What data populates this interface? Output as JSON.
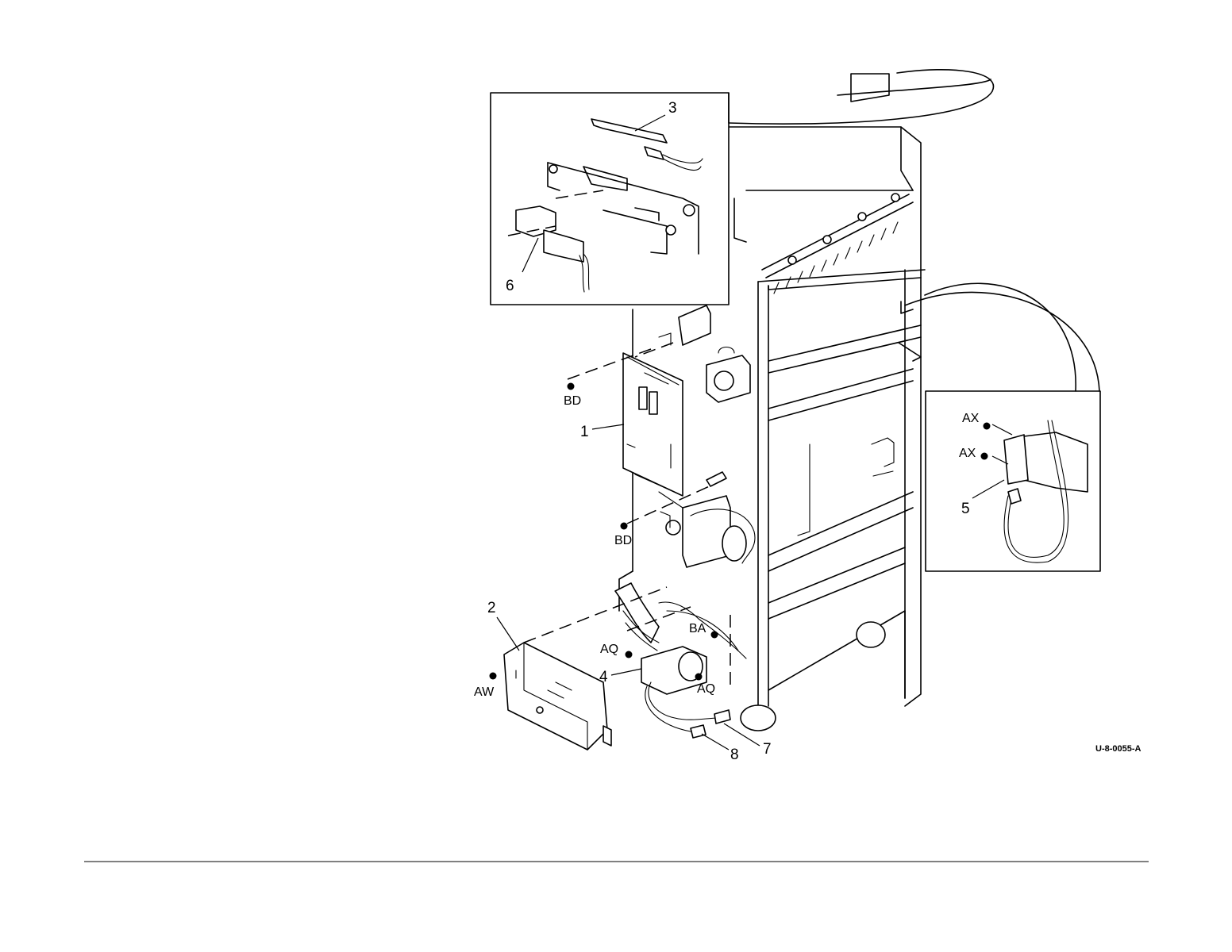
{
  "figure_id": "U-8-0055-A",
  "callouts": {
    "c1": "1",
    "c2": "2",
    "c3": "3",
    "c4": "4",
    "c5": "5",
    "c6": "6",
    "c7": "7",
    "c8": "8"
  },
  "fasteners": {
    "bd_upper": "BD",
    "bd_lower": "BD",
    "ax_upper": "AX",
    "ax_lower": "AX",
    "aq_left": "AQ",
    "aq_right": "AQ",
    "ba": "BA",
    "aw": "AW"
  }
}
